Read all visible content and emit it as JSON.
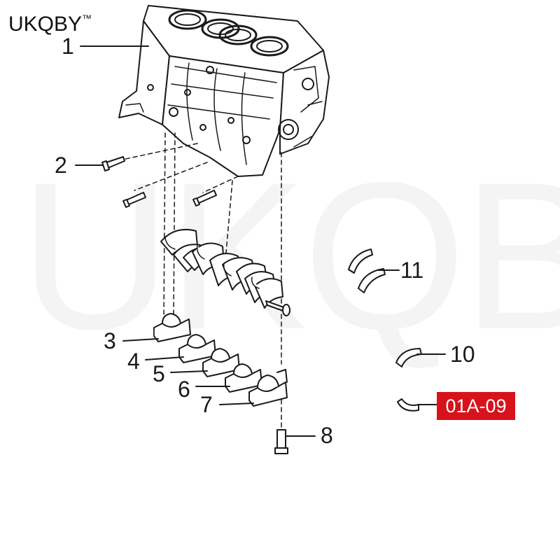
{
  "brand": {
    "name": "UKQBY",
    "trademark": "™"
  },
  "watermark": {
    "text": "UKQBY",
    "trademark": "™"
  },
  "callouts": {
    "c1": "1",
    "c2": "2",
    "c3": "3",
    "c4": "4",
    "c5": "5",
    "c6": "6",
    "c7": "7",
    "c8": "8",
    "c10": "10",
    "c11": "11"
  },
  "part_code": "01A-09",
  "colors": {
    "badge": "#d8121d",
    "line": "#1a1a1a",
    "watermark": "#000000"
  }
}
